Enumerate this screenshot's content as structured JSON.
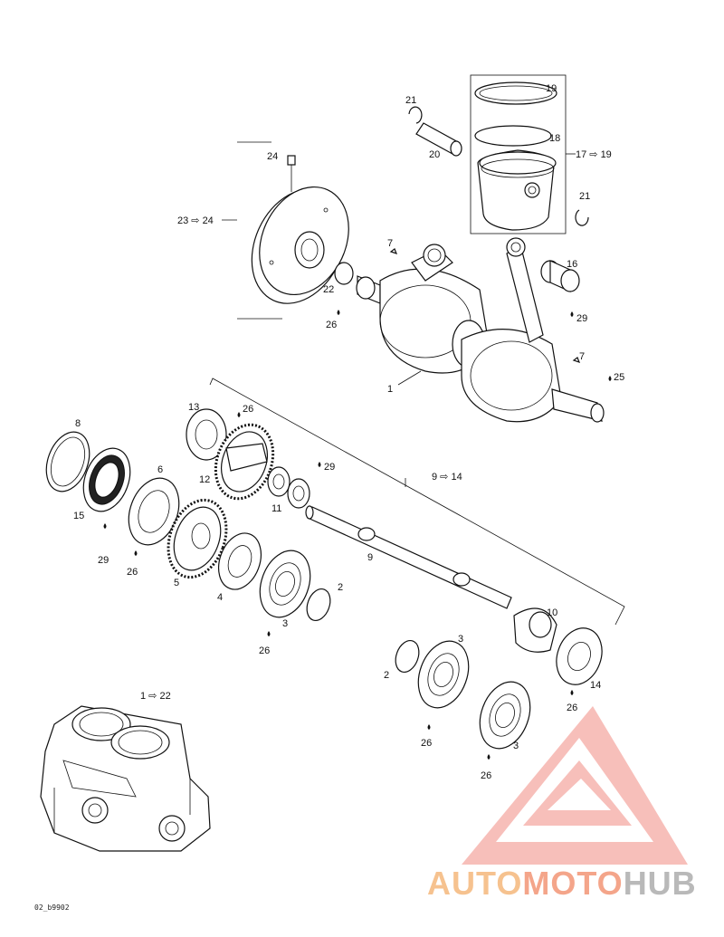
{
  "labels": {
    "l1": "1",
    "l2a": "2",
    "l2b": "2",
    "l3a": "3",
    "l3b": "3",
    "l3c": "3",
    "l4": "4",
    "l5": "5",
    "l6": "6",
    "l7a": "7",
    "l7b": "7",
    "l8": "8",
    "l9": "9",
    "l9r": "9 ⇨ 14",
    "l10": "10",
    "l11": "11",
    "l12": "12",
    "l13": "13",
    "l14": "14",
    "l15": "15",
    "l16": "16",
    "l17r": "17 ⇨ 19",
    "l18": "18",
    "l19": "19",
    "l20": "20",
    "l21a": "21",
    "l21b": "21",
    "l22": "22",
    "l23r": "23 ⇨ 24",
    "l24": "24",
    "l25": "25",
    "l26a": "26",
    "l26b": "26",
    "l26c": "26",
    "l26d": "26",
    "l26e": "26",
    "l26f": "26",
    "l26g": "26",
    "l29a": "29",
    "l29b": "29",
    "l29c": "29",
    "l1r": "1 ⇨ 22"
  },
  "figure_ref": "02_b9902",
  "watermark": {
    "part1": "AUTO",
    "part2": "MOTO",
    "part3": "HUB",
    "colors": {
      "auto": "#f6c28f",
      "moto": "#f4a58a",
      "hub": "#b9b9b9",
      "logo": "#f28b82"
    }
  }
}
